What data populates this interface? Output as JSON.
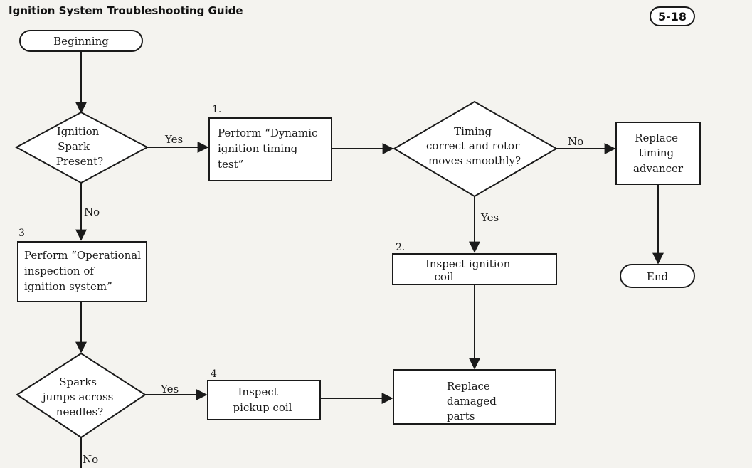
{
  "page": {
    "title": "Ignition System Troubleshooting Guide",
    "page_number": "5-18"
  },
  "flow": {
    "beginning": "Beginning",
    "end": "End",
    "d1": [
      "Ignition",
      "Spark",
      "Present?"
    ],
    "d2": [
      "Timing",
      "correct and rotor",
      "moves smoothly?"
    ],
    "d3": [
      "Sparks",
      "jumps across",
      "needles?"
    ],
    "b1_num": "1.",
    "b1": [
      "Perform “Dynamic",
      "ignition timing",
      "test”"
    ],
    "b3_num": "3",
    "b3": [
      "Perform “Operational",
      "inspection of",
      "ignition system”"
    ],
    "b2_num": "2.",
    "b2": [
      "Inspect ignition",
      "coil"
    ],
    "b4_num": "4",
    "b4": [
      "Inspect",
      "pickup coil"
    ],
    "b_advancer": [
      "Replace",
      "timing",
      "advancer"
    ],
    "b_replace": [
      "Replace",
      "damaged",
      "parts"
    ],
    "yes": "Yes",
    "no": "No"
  }
}
